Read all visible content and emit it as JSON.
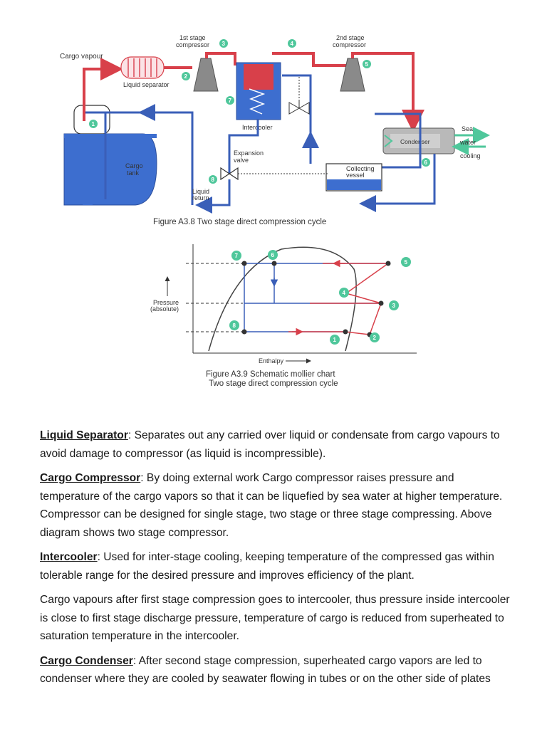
{
  "figure1": {
    "caption": "Figure A3.8  Two stage direct compression cycle",
    "labels": {
      "cargo_vapour": "Cargo vapour",
      "liquid_separator": "Liquid separator",
      "stage1_line1": "1st stage",
      "stage1_line2": "compressor",
      "stage2_line1": "2nd stage",
      "stage2_line2": "compressor",
      "intercooler": "Intercooler",
      "expansion_line1": "Expansion",
      "expansion_line2": "valve",
      "liquid_return_line1": "Liquid",
      "liquid_return_line2": "return",
      "cargo_line1": "Cargo",
      "cargo_line2": "tank",
      "collecting_line1": "Collecting",
      "collecting_line2": "vessel",
      "condenser": "Condenser",
      "sea_water_line1": "Sea",
      "sea_water_line2": "water",
      "sea_water_line3": "cooling"
    },
    "numbers": [
      "1",
      "2",
      "3",
      "4",
      "5",
      "6",
      "7",
      "8"
    ]
  },
  "figure2": {
    "caption_line1": "Figure A3.9  Schematic mollier chart",
    "caption_line2": "Two stage direct compression cycle",
    "y_label_line1": "Pressure",
    "y_label_line2": "(absolute)",
    "x_label": "Enthalpy",
    "numbers": [
      "1",
      "2",
      "3",
      "4",
      "5",
      "6",
      "7",
      "8"
    ]
  },
  "paragraphs": [
    {
      "term": "Liquid Separator",
      "text": ": Separates out any carried over liquid or condensate from cargo vapours to avoid damage to compressor (as liquid is incompressible)."
    },
    {
      "term": "Cargo Compressor",
      "text": ": By doing external work Cargo compressor raises pressure and temperature of the cargo vapors so that it can be liquefied by sea water at higher temperature. Compressor can be designed for single stage, two stage or three stage compressing. Above diagram shows two stage compressor."
    },
    {
      "term": "Intercooler",
      "text": ": Used for inter-stage cooling, keeping temperature of the compressed gas within tolerable range for the desired pressure and improves efficiency of the plant."
    },
    {
      "term": "",
      "text": "Cargo vapours after first stage compression goes to intercooler, thus pressure inside intercooler is close to first stage discharge pressure, temperature of cargo is reduced from superheated to saturation temperature in the intercooler."
    },
    {
      "term": "Cargo Condenser",
      "text": ": After second stage compression, superheated cargo vapors are led to condenser where they are cooled by seawater flowing in tubes or on the other side of plates"
    }
  ],
  "colors": {
    "vapour_line": "#d8404a",
    "liquid_line": "#3a5fb8",
    "tank_fill": "#3d6ecf",
    "number_badge": "#4fc79b",
    "compressor": "#8a8a8a"
  }
}
